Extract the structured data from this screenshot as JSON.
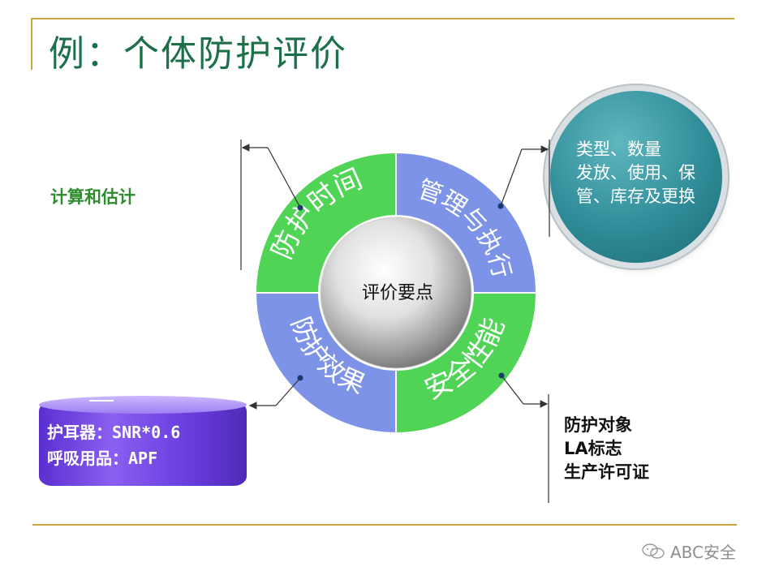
{
  "title": "例：个体防护评价",
  "center_label": "评价要点",
  "ring_segments": [
    {
      "label": "防护时间",
      "color": "#4fd455"
    },
    {
      "label": "管理与执行",
      "color": "#7c93e8"
    },
    {
      "label": "安全性能",
      "color": "#4fd455"
    },
    {
      "label": "防护效果",
      "color": "#7c93e8"
    }
  ],
  "left_annotation": "计算和估计",
  "ball_lines": [
    "类型、数量",
    "发放、使用、保",
    "管、库存及更换"
  ],
  "cylinder_lines": [
    "护耳器：SNR*0.6",
    "呼吸用品：APF"
  ],
  "right_list": [
    "防护对象",
    "LA标志",
    "生产许可证"
  ],
  "watermark": "ABC安全",
  "icons": {
    "watermark": "wechat-icon"
  }
}
